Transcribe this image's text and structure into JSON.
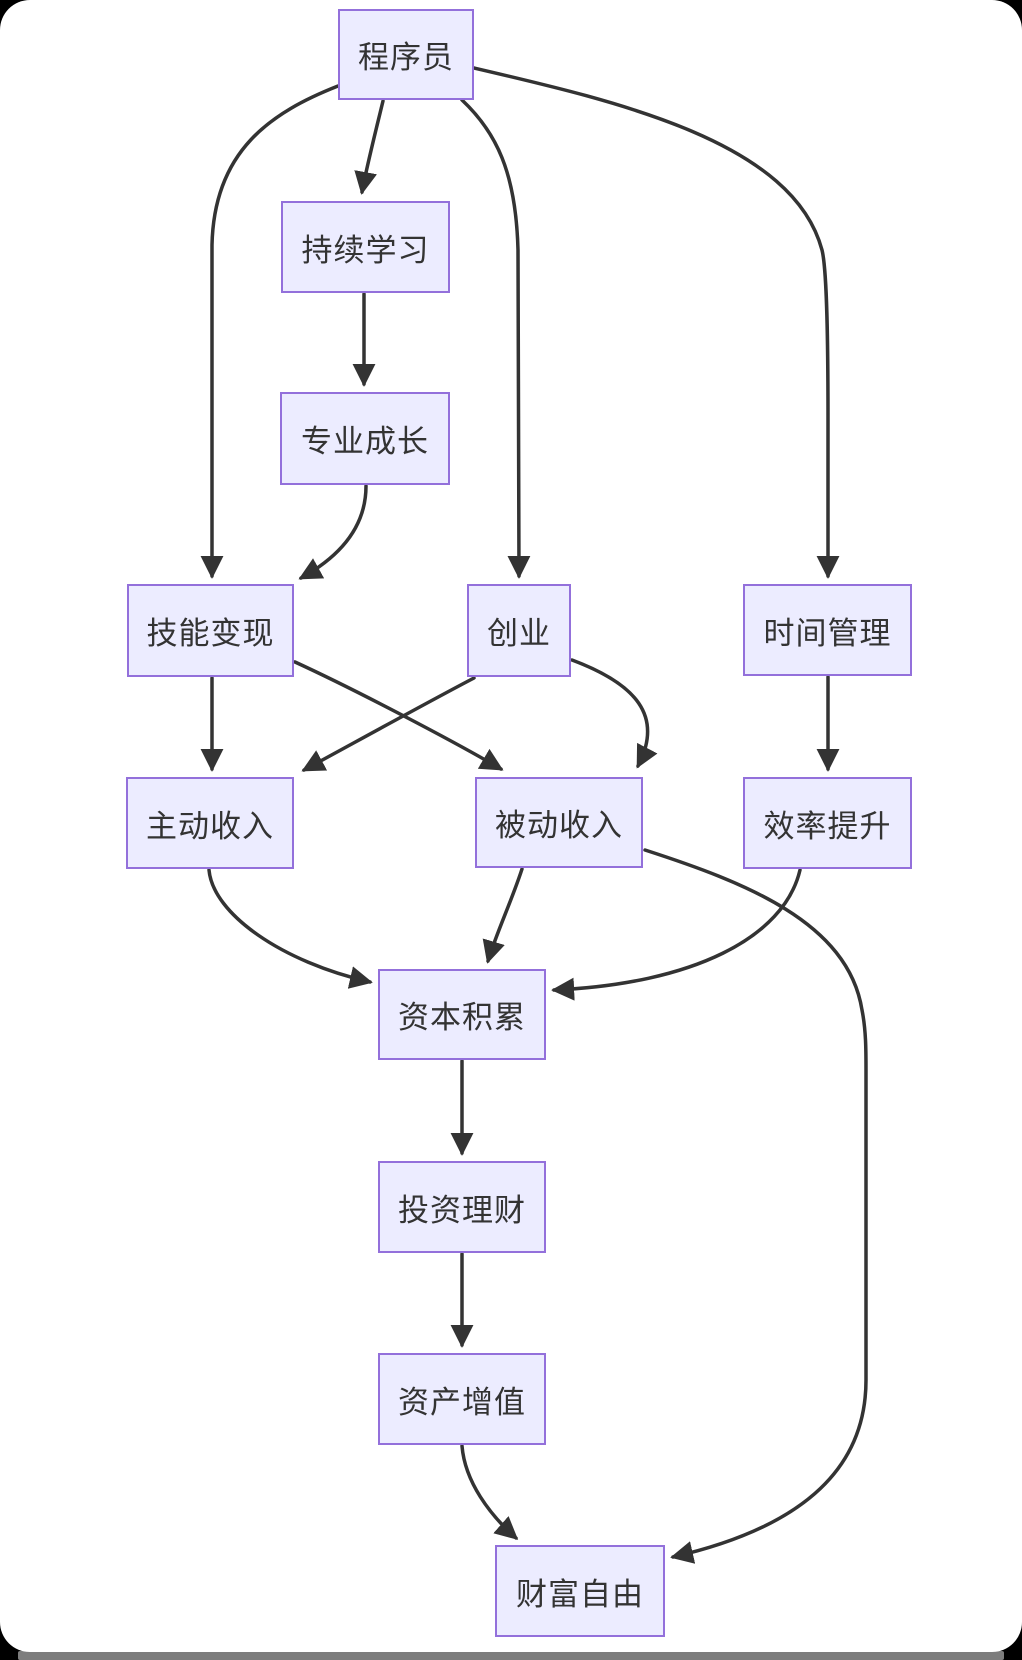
{
  "frame": {
    "background_color": "#000000",
    "canvas_color": "#ffffff",
    "scrollbar_color": "#7d7d7d"
  },
  "diagram": {
    "type": "flowchart-top-down",
    "theme": {
      "node_fill": "#ECECFF",
      "node_border": "#9370DB",
      "edge_color": "#333333",
      "text_color": "#333333"
    },
    "nodes": [
      {
        "id": "programmer",
        "label": "程序员"
      },
      {
        "id": "continuous-learning",
        "label": "持续学习"
      },
      {
        "id": "professional-growth",
        "label": "专业成长"
      },
      {
        "id": "skill-monetization",
        "label": "技能变现"
      },
      {
        "id": "entrepreneurship",
        "label": "创业"
      },
      {
        "id": "time-management",
        "label": "时间管理"
      },
      {
        "id": "active-income",
        "label": "主动收入"
      },
      {
        "id": "passive-income",
        "label": "被动收入"
      },
      {
        "id": "efficiency-improvement",
        "label": "效率提升"
      },
      {
        "id": "capital-accumulation",
        "label": "资本积累"
      },
      {
        "id": "investment-financing",
        "label": "投资理财"
      },
      {
        "id": "asset-appreciation",
        "label": "资产增值"
      },
      {
        "id": "financial-freedom",
        "label": "财富自由"
      }
    ],
    "edges": [
      {
        "from": "programmer",
        "to": "continuous-learning"
      },
      {
        "from": "programmer",
        "to": "skill-monetization"
      },
      {
        "from": "programmer",
        "to": "entrepreneurship"
      },
      {
        "from": "programmer",
        "to": "time-management"
      },
      {
        "from": "continuous-learning",
        "to": "professional-growth"
      },
      {
        "from": "professional-growth",
        "to": "skill-monetization"
      },
      {
        "from": "skill-monetization",
        "to": "active-income"
      },
      {
        "from": "skill-monetization",
        "to": "passive-income"
      },
      {
        "from": "entrepreneurship",
        "to": "active-income"
      },
      {
        "from": "entrepreneurship",
        "to": "passive-income"
      },
      {
        "from": "time-management",
        "to": "efficiency-improvement"
      },
      {
        "from": "active-income",
        "to": "capital-accumulation"
      },
      {
        "from": "passive-income",
        "to": "capital-accumulation"
      },
      {
        "from": "efficiency-improvement",
        "to": "capital-accumulation"
      },
      {
        "from": "passive-income",
        "to": "financial-freedom"
      },
      {
        "from": "capital-accumulation",
        "to": "investment-financing"
      },
      {
        "from": "investment-financing",
        "to": "asset-appreciation"
      },
      {
        "from": "asset-appreciation",
        "to": "financial-freedom"
      }
    ]
  }
}
